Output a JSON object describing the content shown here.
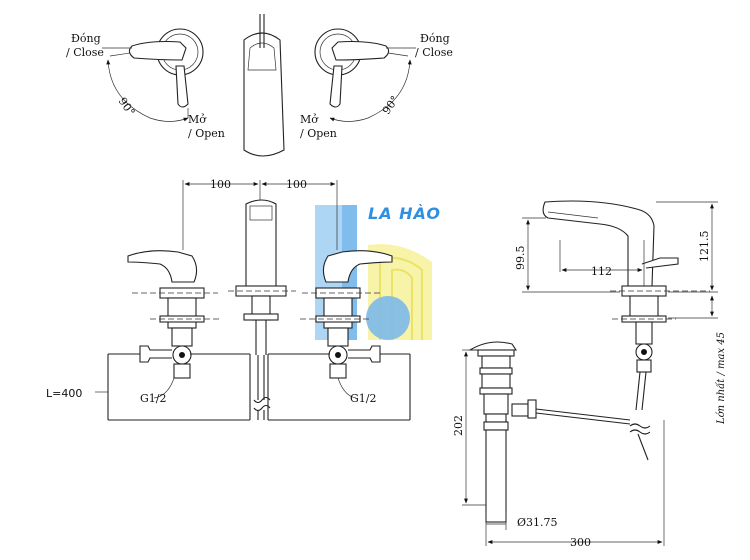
{
  "top_view": {
    "close_left": [
      "Đóng",
      "/ Close"
    ],
    "close_right": [
      "Đóng",
      "/ Close"
    ],
    "open_left": [
      "Mở",
      "/ Open"
    ],
    "open_right": [
      "Mở",
      "/ Open"
    ],
    "angle_left": "90°",
    "angle_right": "90°"
  },
  "front_view": {
    "spacing_left": "100",
    "spacing_right": "100",
    "hose_length": "L=400",
    "thread_left": "G1/2",
    "thread_right": "G1/2"
  },
  "side_view": {
    "height_spout": "99.5",
    "reach": "112",
    "total_height": "121.5",
    "max_deck": "Lớn nhất / max 45"
  },
  "drain": {
    "depth": "202",
    "diameter": "Ø31.75",
    "width": "300"
  },
  "watermark": {
    "text": "LA HÀO",
    "colors": {
      "blue": "#2f8fe0",
      "yellow": "#f3ec6a",
      "light_blue": "#7db9ea"
    }
  }
}
